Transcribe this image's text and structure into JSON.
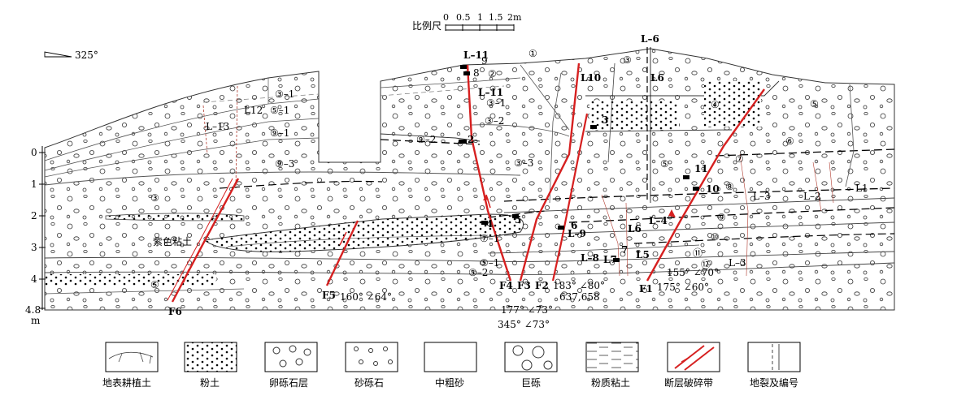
{
  "scale": {
    "title": "比例尺",
    "ticks": [
      "0",
      "0.5",
      "1",
      "1.5",
      "2m"
    ]
  },
  "orientation": "325°",
  "depth_axis": {
    "labels": [
      "0",
      "1",
      "2",
      "3",
      "4",
      "4.8"
    ],
    "unit": "m"
  },
  "faults": {
    "F6": "F6",
    "F5": "F5",
    "F5_att": "160° ∠64°",
    "F4": "F4",
    "F3": "F3",
    "F2": "F2",
    "F2_att": "183° ∠80°",
    "F2_samples": "637,658",
    "F4F3_att1": "177° ∠73°",
    "F4F3_att2": "345° ∠73°",
    "F1": "F1",
    "F1_att": "175° ∠60°",
    "L_att": "155° ∠70°"
  },
  "fissures": {
    "L1": "L1",
    "L2": "L–2",
    "L3a": "L–3",
    "L3b": "L–3",
    "L4": "L–4",
    "L5": "L5",
    "L6a": "L–6",
    "L6b": "L6",
    "L6c": "L6",
    "L7": "L7",
    "L8": "L–8",
    "L9": "L–9",
    "L10": "L10",
    "L11a": "L–11",
    "L11b": "L–11",
    "L12": "L12",
    "L13": "L–13"
  },
  "samples": {
    "s2": "2",
    "s3": "3",
    "s4": "4",
    "s5": "5",
    "s6": "6",
    "s7": "7",
    "s8": "8",
    "s9": "9",
    "s10": "10",
    "s11": "11"
  },
  "layers": {
    "c1": "①",
    "c2": "②",
    "c3a": "③",
    "c3b": "③",
    "c3_1a": "③–1",
    "c3_1b": "③–1",
    "c4": "④",
    "c5a": "⑤",
    "c5b": "⑤",
    "c5c": "⑤",
    "c5_1": "⑤–1",
    "c5_1b": "⑤–1",
    "c5_2": "⑤–2",
    "c6": "⑥",
    "c7a": "⑦",
    "c7b": "⑦–1",
    "c8": "⑧",
    "c9": "⑨",
    "c9_1": "⑨–1",
    "c9_2": "⑨–2",
    "c9_3": "⑨–3",
    "c10": "⑩",
    "c11": "⑪",
    "c12": "⑫",
    "c3_2": "③–2",
    "c3_3": "③–3",
    "purple_clay": "紫色粘土"
  },
  "legend": [
    "地表耕植土",
    "粉土",
    "卵砾石层",
    "砂砾石",
    "中粗砂",
    "巨砾",
    "粉质粘土",
    "断层破碎带",
    "地裂及编号"
  ]
}
